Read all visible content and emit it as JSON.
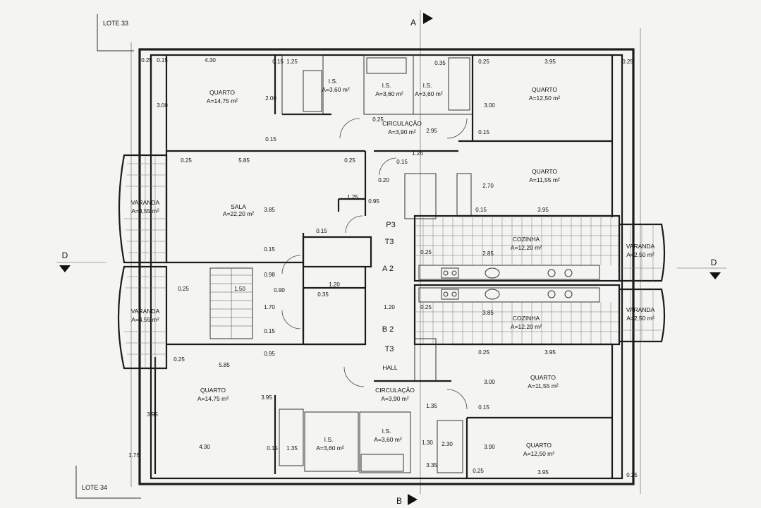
{
  "lots": {
    "top": "LOTE 33",
    "bottom": "LOTE 34"
  },
  "sections": {
    "a": "A",
    "b": "B",
    "d_left": "D",
    "d_right": "D"
  },
  "stairs": {
    "upper_code": "P3",
    "upper_type": "T3",
    "upper_floor": "A 2",
    "lower_floor": "B 2",
    "lower_type": "T3",
    "hall": "HALL"
  },
  "rooms": [
    {
      "id": "quarto-nw",
      "name": "QUARTO",
      "area": "A=14,75 m²"
    },
    {
      "id": "is-1",
      "name": "I.S.",
      "area": "A=3,60 m²"
    },
    {
      "id": "is-2",
      "name": "I.S.",
      "area": "A=3,60 m²"
    },
    {
      "id": "is-3",
      "name": "I.S.",
      "area": "A=3,60 m²"
    },
    {
      "id": "quarto-ne",
      "name": "QUARTO",
      "area": "A=12,50 m²"
    },
    {
      "id": "circ-top",
      "name": "CIRCULAÇÃO",
      "area": "A=3,90 m²"
    },
    {
      "id": "quarto-e1",
      "name": "QUARTO",
      "area": "A=11,55 m²"
    },
    {
      "id": "sala",
      "name": "SALA",
      "area": "A=22,20 m²"
    },
    {
      "id": "varanda-w1",
      "name": "VARANDA",
      "area": "A=4,55 m²"
    },
    {
      "id": "cozinha-top",
      "name": "COZINHA",
      "area": "A=12,20 m²"
    },
    {
      "id": "varanda-e1",
      "name": "VARANDA",
      "area": "A=2,50 m²"
    },
    {
      "id": "varanda-w2",
      "name": "VARANDA",
      "area": "A=4,55 m²"
    },
    {
      "id": "cozinha-bot",
      "name": "COZINHA",
      "area": "A=12,20 m²"
    },
    {
      "id": "varanda-e2",
      "name": "VARANDA",
      "area": "A=2,50 m²"
    },
    {
      "id": "quarto-sw",
      "name": "QUARTO",
      "area": "A=14,75 m²"
    },
    {
      "id": "quarto-e2",
      "name": "QUARTO",
      "area": "A=11,55 m²"
    },
    {
      "id": "circ-bot",
      "name": "CIRCULAÇÃO",
      "area": "A=3,90 m²"
    },
    {
      "id": "is-4",
      "name": "I.S.",
      "area": "A=3,60 m²"
    },
    {
      "id": "is-5",
      "name": "I.S.",
      "area": "A=3,60 m²"
    },
    {
      "id": "quarto-se",
      "name": "QUARTO",
      "area": "A=12,50 m²"
    }
  ],
  "dimensions": {
    "d1": "0.25",
    "d2": "0.15",
    "d3": "4.30",
    "d4": "1.25",
    "d5": "0.15",
    "d6": "0.35",
    "d7": "0.25",
    "d8": "3.95",
    "d9": "3.00",
    "d10": "2.00",
    "d11": "0.15",
    "d12": "0.25",
    "d13": "2.95",
    "d14": "3.00",
    "d15": "0.15",
    "d16": "1.26",
    "d17": "0.25",
    "d18": "5.85",
    "d19": "0.25",
    "d20": "0.15",
    "d21": "0.20",
    "d22": "2.70",
    "d23": "3.85",
    "d24": "1.25",
    "d25": "0.95",
    "d26": "0.15",
    "d27": "3.95",
    "d28": "0.15",
    "d29": "0.25",
    "d30": "0.25",
    "d31": "2.85",
    "d32": "0.25",
    "d33": "1.50",
    "d34": "0.98",
    "d35": "0.90",
    "d36": "1.20",
    "d37": "0.35",
    "d38": "1.70",
    "d39": "1.20",
    "d40": "0.25",
    "d41": "3.85",
    "d42": "0.15",
    "d43": "0.95",
    "d44": "0.25",
    "d45": "5.85",
    "d46": "3.95",
    "d47": "3.95",
    "d48": "3.00",
    "d49": "0.15",
    "d50": "1.35",
    "d51": "4.30",
    "d52": "0.15",
    "d53": "1.35",
    "d54": "1.30",
    "d55": "2.30",
    "d56": "3.90",
    "d57": "0.25",
    "d58": "3.95",
    "d59": "0.25",
    "d60": "1.75",
    "d61": "3.35"
  }
}
